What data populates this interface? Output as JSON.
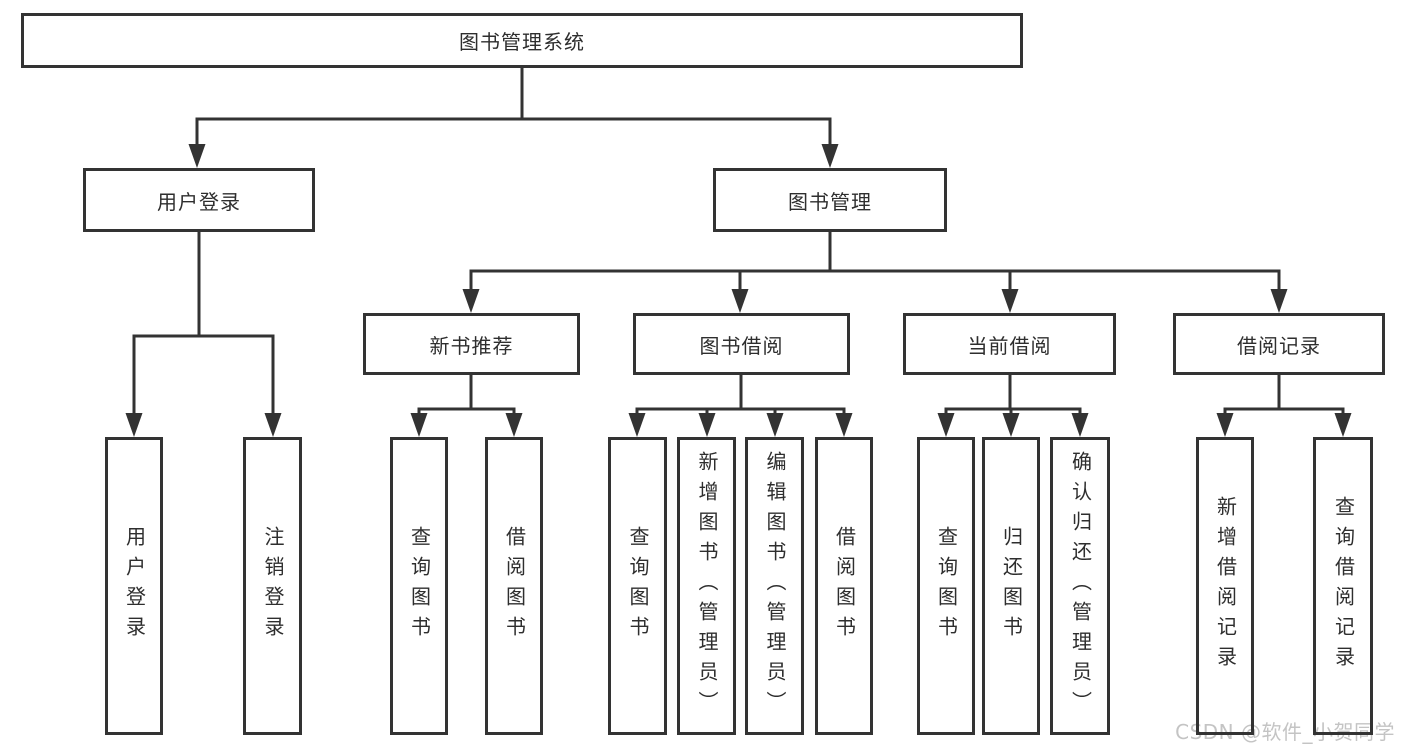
{
  "tree": {
    "root": {
      "label": "图书管理系统"
    },
    "branches": [
      {
        "label": "用户登录",
        "children": [
          {
            "label": "用户登录"
          },
          {
            "label": "注销登录"
          }
        ]
      },
      {
        "label": "图书管理",
        "children": [
          {
            "label": "新书推荐",
            "children": [
              {
                "label": "查询图书"
              },
              {
                "label": "借阅图书"
              }
            ]
          },
          {
            "label": "图书借阅",
            "children": [
              {
                "label": "查询图书"
              },
              {
                "label": "新增图书（管理员）"
              },
              {
                "label": "编辑图书（管理员）"
              },
              {
                "label": "借阅图书"
              }
            ]
          },
          {
            "label": "当前借阅",
            "children": [
              {
                "label": "查询图书"
              },
              {
                "label": "归还图书"
              },
              {
                "label": "确认归还（管理员）"
              }
            ]
          },
          {
            "label": "借阅记录",
            "children": [
              {
                "label": "新增借阅记录"
              },
              {
                "label": "查询借阅记录"
              }
            ]
          }
        ]
      }
    ]
  },
  "watermark": {
    "text": "CSDN @软件_小贺同学"
  },
  "colors": {
    "line": "#333333",
    "text": "#2e2e2e",
    "box_fill": "#ffffff",
    "background": "#ffffff",
    "watermark": "#c4c4c4"
  }
}
